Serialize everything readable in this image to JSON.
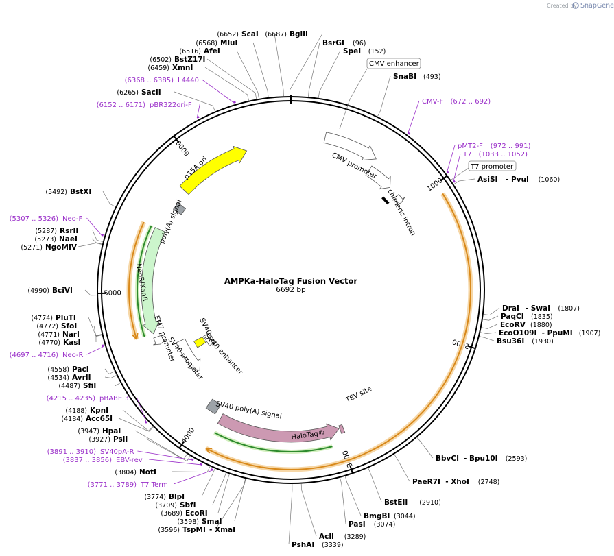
{
  "header": {
    "credit": "Created by",
    "brand": "SnapGene"
  },
  "map": {
    "title": "AMPKa-HaloTag Fusion Vector",
    "size_label": "6692 bp",
    "total_bp": 6692
  },
  "ticks": [
    {
      "bp": 1000,
      "label": "1000"
    },
    {
      "bp": 2000,
      "label": "2000"
    },
    {
      "bp": 3000,
      "label": "3000"
    },
    {
      "bp": 4000,
      "label": "4000"
    },
    {
      "bp": 5000,
      "label": "5000"
    },
    {
      "bp": 6000,
      "label": "6000"
    }
  ],
  "features": [
    {
      "id": "cmv-enhancer",
      "name": "CMV enhancer",
      "start": 235,
      "end": 614,
      "color": "#ffffff",
      "style": "arrow"
    },
    {
      "id": "cmv-promoter",
      "name": "CMV promoter",
      "start": 615,
      "end": 818,
      "color": "#ffffff",
      "style": "arrow"
    },
    {
      "id": "t7-promoter",
      "name": "T7 promoter",
      "start": 863,
      "end": 881,
      "color": "#ffffff",
      "style": "arrow"
    },
    {
      "id": "chimeric-intron",
      "name": "chimeric intron",
      "start": 1001,
      "end": 1133,
      "color": "#000000",
      "style": "bar"
    },
    {
      "id": "tev-site",
      "name": "TEV site",
      "start": 2960,
      "end": 2980,
      "color": "#cc99b2",
      "style": "bar"
    },
    {
      "id": "halotag",
      "name": "HaloTag®",
      "start": 2990,
      "end": 3880,
      "color": "#cc99b2",
      "style": "arrow"
    },
    {
      "id": "sv40-polya",
      "name": "SV40 poly(A) signal",
      "start": 3900,
      "end": 4021,
      "color": "#999999",
      "style": "box"
    },
    {
      "id": "sv40-ori",
      "name": "SV40 ori",
      "start": 4400,
      "end": 4500,
      "color": "#ffff00",
      "style": "box"
    },
    {
      "id": "sv40-enhancer",
      "name": "SV40 enhancer",
      "start": 4400,
      "end": 4600,
      "color": "#ffffff",
      "style": "box"
    },
    {
      "id": "sv40-promoter",
      "name": "SV40 promoter",
      "start": 4250,
      "end": 4580,
      "color": "#ffffff",
      "style": "arrow"
    },
    {
      "id": "em7-promoter",
      "name": "EM7 promoter",
      "start": 4600,
      "end": 4650,
      "color": "#ffffff",
      "style": "arrow"
    },
    {
      "id": "neor-kanr",
      "name": "NeoR/KanR",
      "start": 4690,
      "end": 5480,
      "color": "#ccf5cc",
      "style": "arrow"
    },
    {
      "id": "hsv-tk-polya",
      "name": "poly(A) signal",
      "start": 5680,
      "end": 5730,
      "color": "#999999",
      "style": "box"
    },
    {
      "id": "p15a-ori",
      "name": "p15A ori",
      "start": 5820,
      "end": 6365,
      "color": "#ffff00",
      "style": "arrow"
    }
  ],
  "orfs": [
    {
      "id": "orf-main",
      "start": 1070,
      "end": 3870,
      "direction": "cw"
    },
    {
      "id": "orf-neo",
      "start": 4690,
      "end": 5480,
      "direction": "ccw"
    }
  ],
  "enzymes": [
    {
      "name": "BglII",
      "pos": "(6687)",
      "bp": 6687
    },
    {
      "name": "BsrGI",
      "pos": "(96)",
      "bp": 96
    },
    {
      "name": "SpeI",
      "pos": "(152)",
      "bp": 152
    },
    {
      "name": "SnaBI",
      "pos": "(493)",
      "bp": 493
    },
    {
      "name": "AsiSI",
      "extra": "- PvuI",
      "pos": "(1060)",
      "bp": 1060
    },
    {
      "name": "DraI",
      "extra": "- SwaI",
      "pos": "(1807)",
      "bp": 1807
    },
    {
      "name": "PaqCI",
      "pos": "(1835)",
      "bp": 1835
    },
    {
      "name": "EcoRV",
      "pos": "(1880)",
      "bp": 1880
    },
    {
      "name": "EcoO109I",
      "extra": "- PpuMI",
      "pos": "(1907)",
      "bp": 1907
    },
    {
      "name": "Bsu36I",
      "pos": "(1930)",
      "bp": 1930
    },
    {
      "name": "BbvCI",
      "extra": "- Bpu10I",
      "pos": "(2593)",
      "bp": 2593
    },
    {
      "name": "PaeR7I",
      "extra": "- XhoI",
      "pos": "(2748)",
      "bp": 2748
    },
    {
      "name": "BstEII",
      "pos": "(2910)",
      "bp": 2910
    },
    {
      "name": "BmgBI",
      "pos": "(3044)",
      "bp": 3044
    },
    {
      "name": "PasI",
      "pos": "(3074)",
      "bp": 3074
    },
    {
      "name": "AclI",
      "pos": "(3289)",
      "bp": 3289
    },
    {
      "name": "PshAI",
      "pos": "(3339)",
      "bp": 3339
    },
    {
      "name": "TspMI",
      "extra": "- XmaI",
      "pos": "(3596)",
      "bp": 3596
    },
    {
      "name": "SmaI",
      "pos": "(3598)",
      "bp": 3598
    },
    {
      "name": "EcoRI",
      "pos": "(3689)",
      "bp": 3689
    },
    {
      "name": "SbfI",
      "pos": "(3709)",
      "bp": 3709
    },
    {
      "name": "BlpI",
      "pos": "(3774)",
      "bp": 3774
    },
    {
      "name": "NotI",
      "pos": "(3804)",
      "bp": 3804
    },
    {
      "name": "PsiI",
      "pos": "(3927)",
      "bp": 3927
    },
    {
      "name": "HpaI",
      "pos": "(3947)",
      "bp": 3947
    },
    {
      "name": "Acc65I",
      "pos": "(4184)",
      "bp": 4184
    },
    {
      "name": "KpnI",
      "pos": "(4188)",
      "bp": 4188
    },
    {
      "name": "SfiI",
      "pos": "(4487)",
      "bp": 4487
    },
    {
      "name": "AvrII",
      "pos": "(4534)",
      "bp": 4534
    },
    {
      "name": "PacI",
      "pos": "(4558)",
      "bp": 4558
    },
    {
      "name": "KasI",
      "pos": "(4770)",
      "bp": 4770
    },
    {
      "name": "NarI",
      "pos": "(4771)",
      "bp": 4771
    },
    {
      "name": "SfoI",
      "pos": "(4772)",
      "bp": 4772
    },
    {
      "name": "PluTI",
      "pos": "(4774)",
      "bp": 4774
    },
    {
      "name": "BciVI",
      "pos": "(4990)",
      "bp": 4990
    },
    {
      "name": "NgoMIV",
      "pos": "(5271)",
      "bp": 5271
    },
    {
      "name": "NaeI",
      "pos": "(5273)",
      "bp": 5273
    },
    {
      "name": "RsrII",
      "pos": "(5287)",
      "bp": 5287
    },
    {
      "name": "BstXI",
      "pos": "(5492)",
      "bp": 5492
    },
    {
      "name": "SacII",
      "pos": "(6265)",
      "bp": 6265
    },
    {
      "name": "XmnI",
      "pos": "(6459)",
      "bp": 6459
    },
    {
      "name": "BstZ17I",
      "pos": "(6502)",
      "bp": 6502
    },
    {
      "name": "AfeI",
      "pos": "(6516)",
      "bp": 6516
    },
    {
      "name": "MluI",
      "pos": "(6568)",
      "bp": 6568
    },
    {
      "name": "ScaI",
      "pos": "(6652)",
      "bp": 6652
    }
  ],
  "primers": [
    {
      "name": "CMV-F",
      "range": "(672 .. 692)",
      "bp": 682
    },
    {
      "name": "pMT2-F",
      "range": "(972 .. 991)",
      "bp": 981
    },
    {
      "name": "T7",
      "range": "(1033 .. 1052)",
      "bp": 1042
    },
    {
      "name": "T7 Term",
      "range": "(3771 .. 3789)",
      "bp": 3780
    },
    {
      "name": "EBV-rev",
      "range": "(3837 .. 3856)",
      "bp": 3846
    },
    {
      "name": "SV40pA-R",
      "range": "(3891 .. 3910)",
      "bp": 3900
    },
    {
      "name": "pBABE 3'",
      "range": "(4215 .. 4235)",
      "bp": 4225
    },
    {
      "name": "Neo-R",
      "range": "(4697 .. 4716)",
      "bp": 4706
    },
    {
      "name": "Neo-F",
      "range": "(5307 .. 5326)",
      "bp": 5316
    },
    {
      "name": "pBR322ori-F",
      "range": "(6152 .. 6171)",
      "bp": 6161
    },
    {
      "name": "L4440",
      "range": "(6368 .. 6385)",
      "bp": 6376
    }
  ]
}
